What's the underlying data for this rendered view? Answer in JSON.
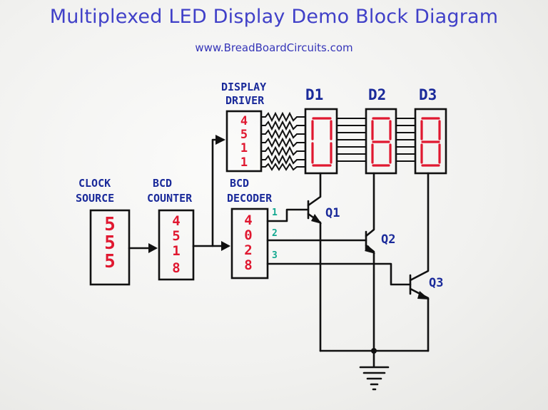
{
  "title": "Multiplexed LED Display Demo Block Diagram",
  "subtitle": "www.BreadBoardCircuits.com",
  "blocks": {
    "clock": {
      "label_1": "CLOCK",
      "label_2": "SOURCE",
      "chip": [
        "5",
        "5",
        "5"
      ]
    },
    "counter": {
      "label_1": "BCD",
      "label_2": "COUNTER",
      "chip": [
        "4",
        "5",
        "1",
        "8"
      ]
    },
    "decoder": {
      "label_1": "BCD",
      "label_2": "DECODER",
      "chip": [
        "4",
        "0",
        "2",
        "8"
      ],
      "outputs": [
        "1",
        "2",
        "3"
      ]
    },
    "driver": {
      "label_1": "DISPLAY",
      "label_2": "DRIVER",
      "chip": [
        "4",
        "5",
        "1",
        "1"
      ]
    }
  },
  "displays": [
    "D1",
    "D2",
    "D3"
  ],
  "transistors": [
    "Q1",
    "Q2",
    "Q3"
  ],
  "colors": {
    "title": "#4040c8",
    "handwriting": "#1a2a9a",
    "chip_text": "#e01830",
    "output_numbers": "#12a890",
    "wires": "#111111"
  }
}
